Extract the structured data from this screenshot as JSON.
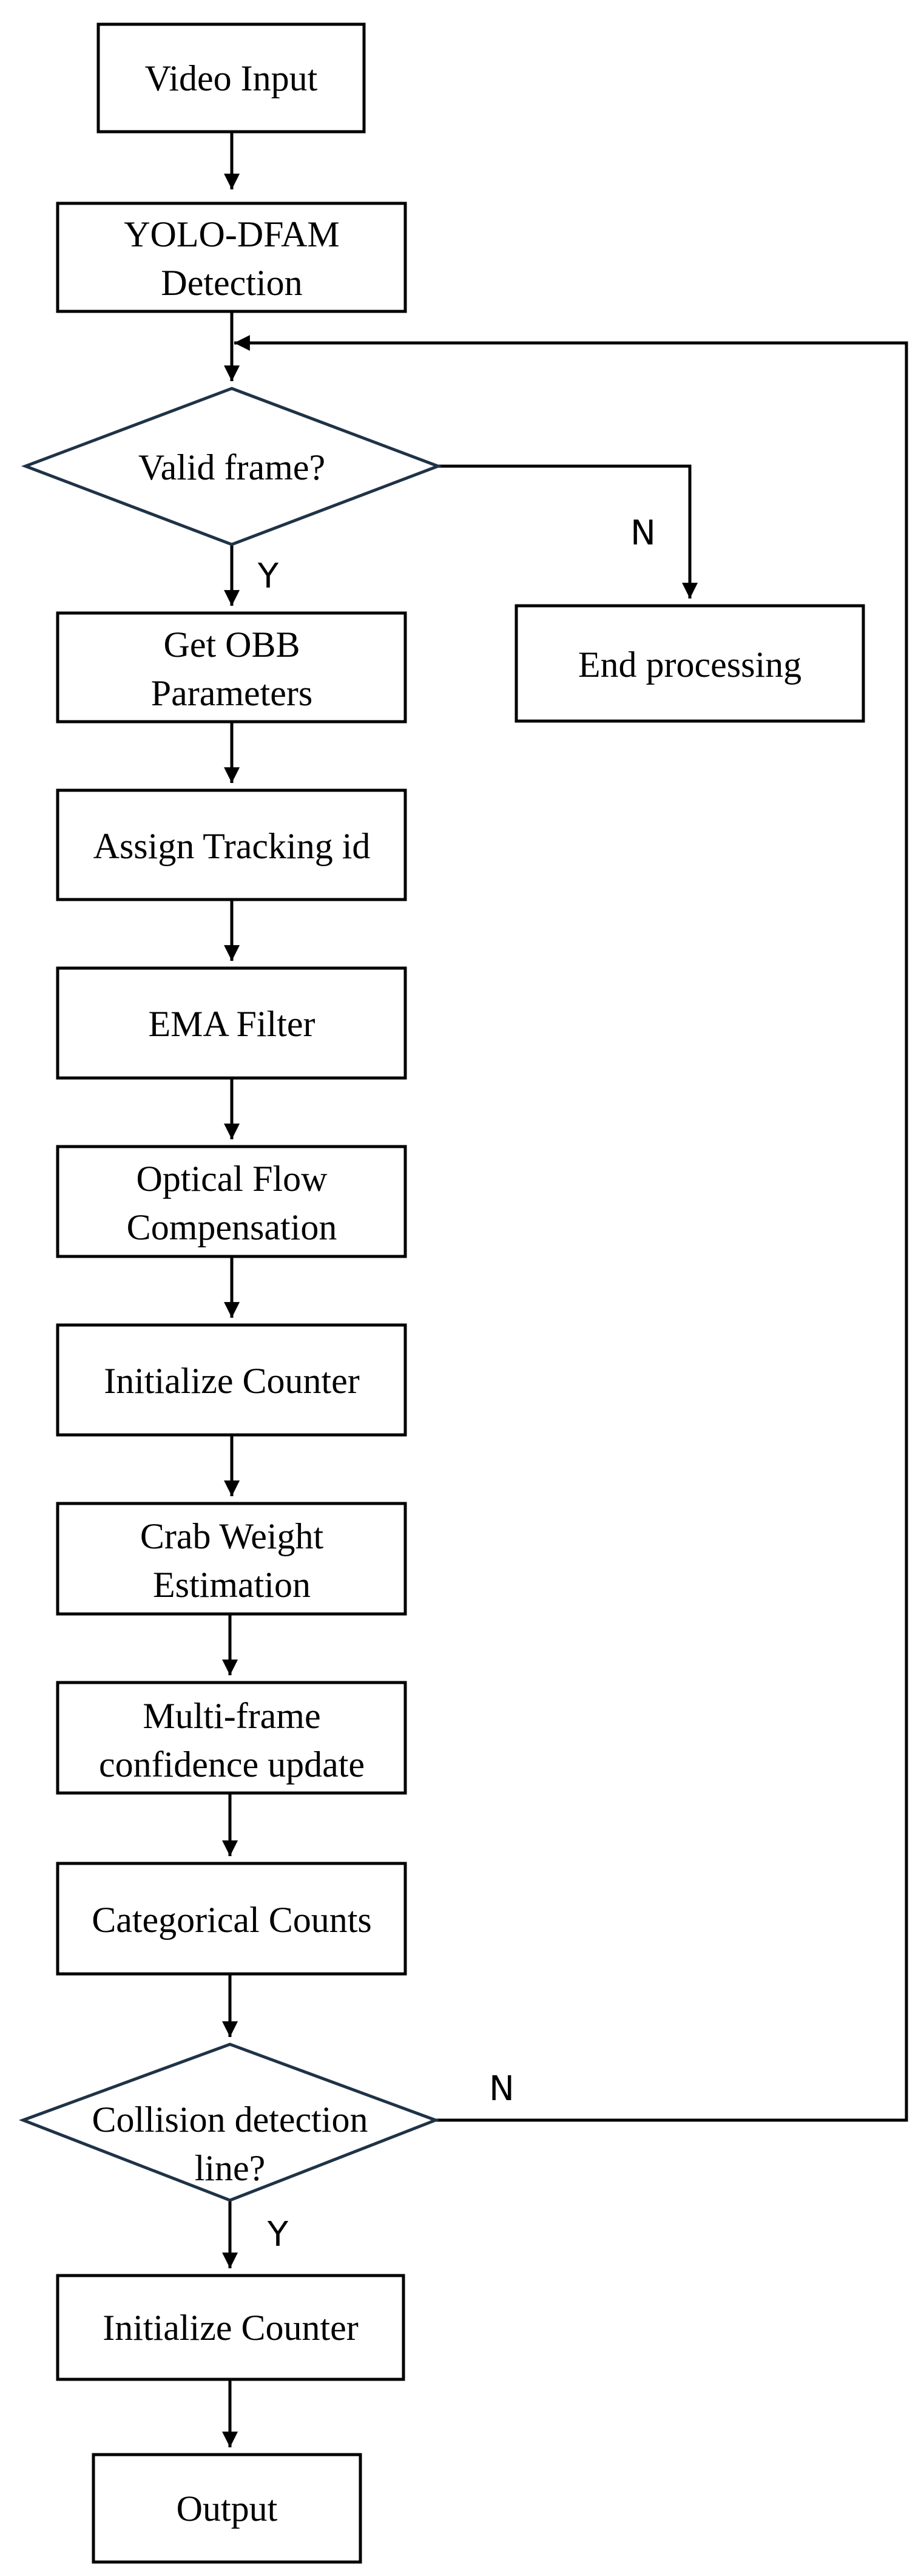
{
  "nodes": {
    "video_input": {
      "lines": [
        "Video Input"
      ]
    },
    "yolo_detection": {
      "lines": [
        "YOLO-DFAM",
        "Detection"
      ]
    },
    "valid_frame": {
      "lines": [
        "Valid frame?"
      ]
    },
    "end_processing": {
      "lines": [
        "End processing"
      ]
    },
    "get_obb": {
      "lines": [
        "Get OBB",
        "Parameters"
      ]
    },
    "assign_tracking": {
      "lines": [
        "Assign Tracking id"
      ]
    },
    "ema_filter": {
      "lines": [
        "EMA Filter"
      ]
    },
    "optical_flow": {
      "lines": [
        "Optical Flow",
        "Compensation"
      ]
    },
    "initialize_counter_1": {
      "lines": [
        "Initialize Counter"
      ]
    },
    "crab_weight": {
      "lines": [
        "Crab Weight",
        "Estimation"
      ]
    },
    "multi_frame": {
      "lines": [
        "Multi-frame",
        "confidence update"
      ]
    },
    "categorical_counts": {
      "lines": [
        "Categorical Counts"
      ]
    },
    "collision_detection": {
      "lines": [
        "Collision detection",
        "line?"
      ]
    },
    "initialize_counter_2": {
      "lines": [
        "Initialize Counter"
      ]
    },
    "output": {
      "lines": [
        "Output"
      ]
    }
  },
  "edge_labels": {
    "valid_no": "N",
    "valid_yes": "Y",
    "collision_no": "N",
    "collision_yes": "Y"
  },
  "colors": {
    "box_stroke": "#000000",
    "diamond_stroke": "#1f3347",
    "background": "#ffffff"
  }
}
